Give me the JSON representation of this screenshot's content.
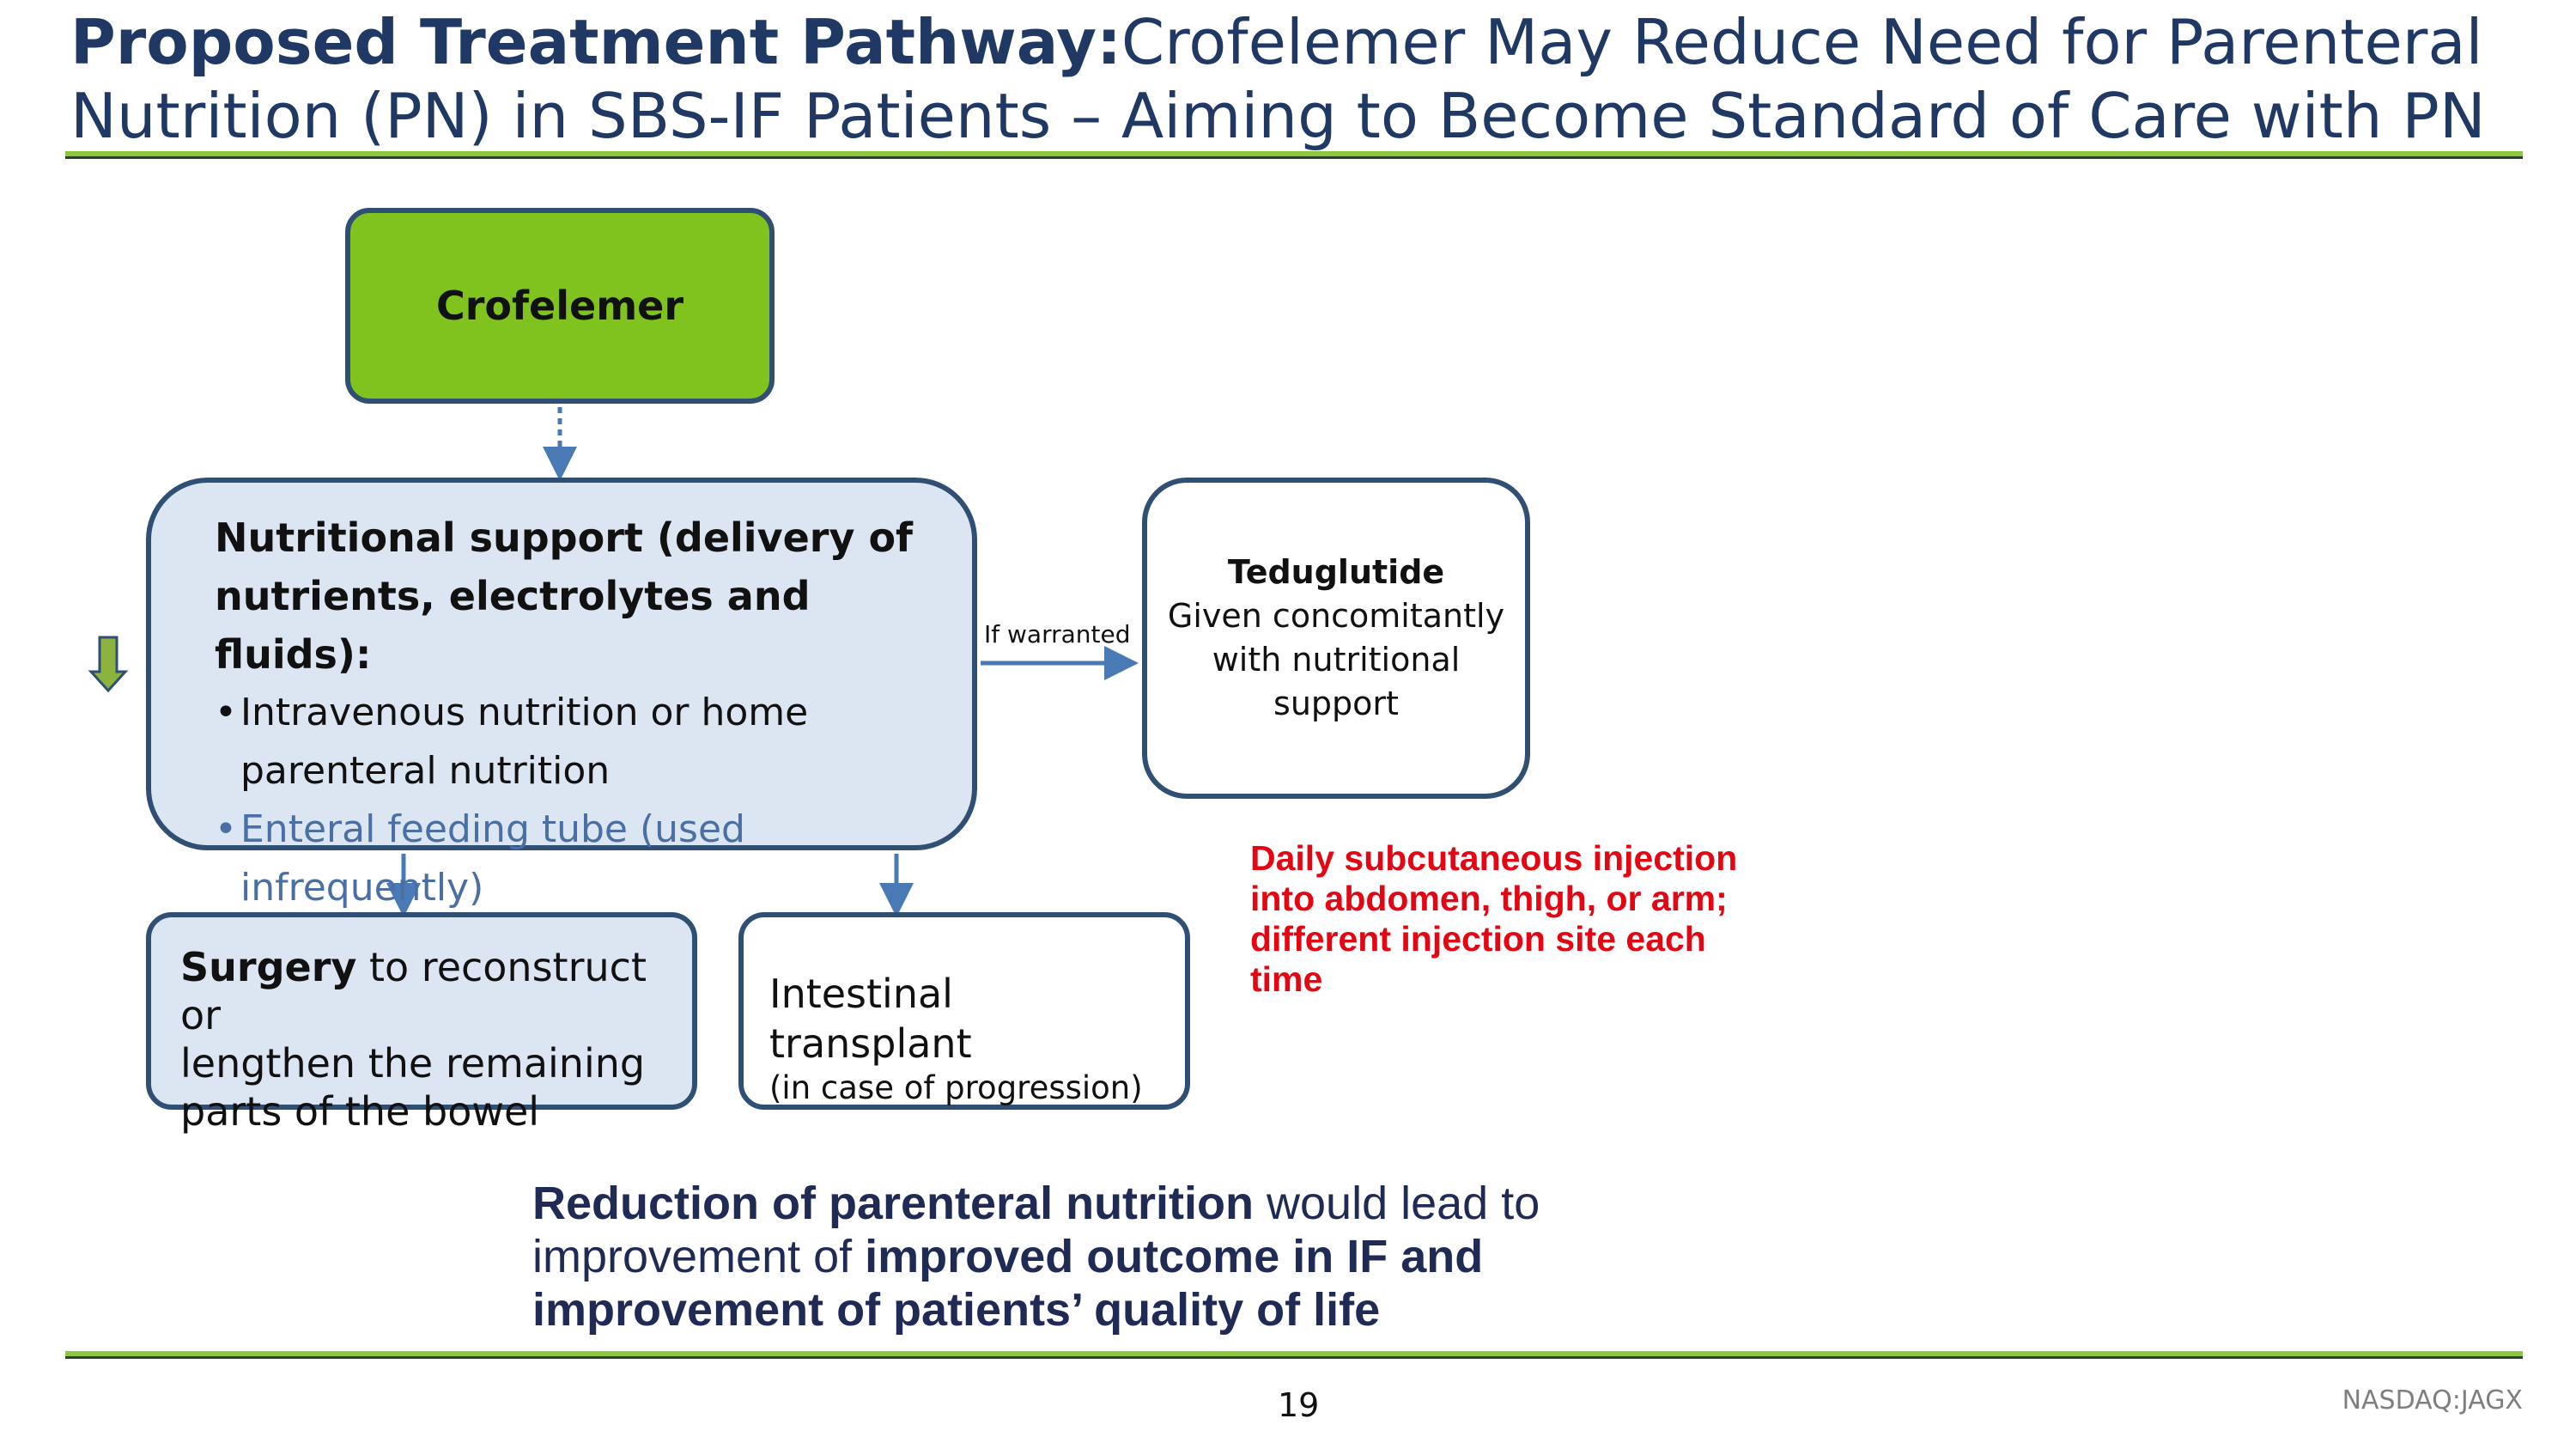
{
  "title": {
    "bold_part": "Proposed Treatment Pathway:",
    "rest_line1": "Crofelemer May Reduce Need for Parenteral",
    "line2": "Nutrition (PN) in SBS-IF Patients – Aiming to Become Standard of Care with PN"
  },
  "diagram": {
    "crofelemer": {
      "label": "Crofelemer",
      "color": "#80c31f"
    },
    "nutrition": {
      "heading_line1": "Nutritional support (delivery of",
      "heading_line2": "nutrients, electrolytes and fluids):",
      "bullet1_line1": "Intravenous nutrition or home",
      "bullet1_line2": "parenteral nutrition",
      "bullet2": "Enteral feeding tube (used infrequently)",
      "fill_color": "#dce6f2"
    },
    "edge_label": "If warranted",
    "teduglutide": {
      "name": "Teduglutide",
      "line1": "Given concomitantly",
      "line2": "with nutritional",
      "line3": "support"
    },
    "surgery": {
      "bold": "Surgery",
      "line1_rest": " to reconstruct or",
      "line2": "lengthen the remaining",
      "line3": "parts of the bowel"
    },
    "transplant": {
      "main": "Intestinal transplant",
      "sub": "(in case of progression)"
    }
  },
  "injection_note": {
    "line1": "Daily subcutaneous injection",
    "line2": "into abdomen, thigh, or arm;",
    "line3": "different injection site each",
    "line4": "time",
    "color": "#e30613"
  },
  "conclusion": {
    "bold1": "Reduction of parenteral nutrition",
    "text1": " would lead to",
    "text2": "improvement of ",
    "bold2": "improved outcome in IF and",
    "bold3": "improvement of patients’ quality of life"
  },
  "footer": {
    "page_number": "19",
    "ticker": "NASDAQ:JAGX"
  },
  "colors": {
    "title": "#1f3864",
    "accent_green": "#8dc63f",
    "box_border": "#2f4f75",
    "arrow": "#4a7ab5"
  }
}
